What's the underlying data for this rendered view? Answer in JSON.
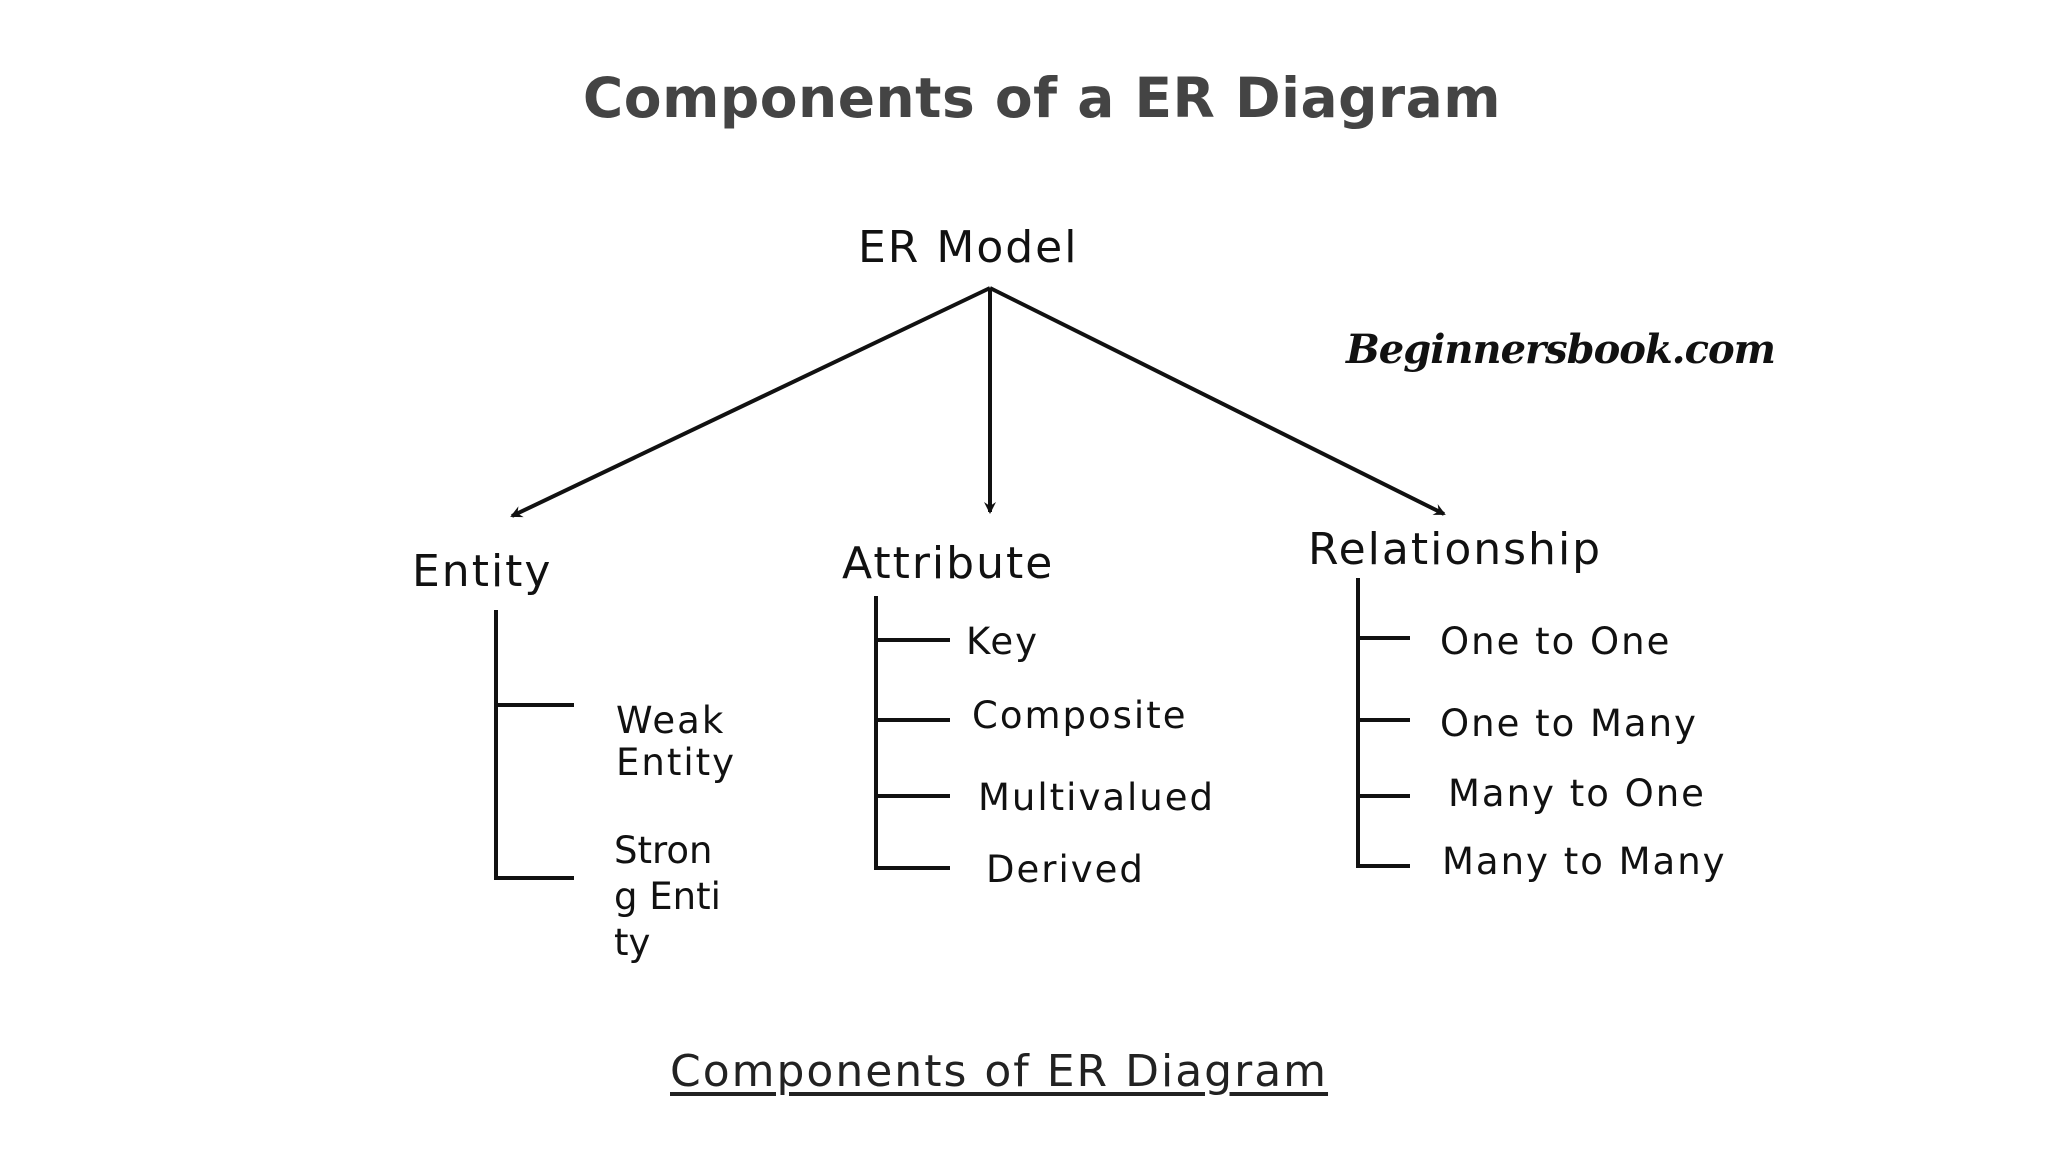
{
  "title": "Components of a ER Diagram",
  "diagram": {
    "root": "ER Model",
    "watermark": "Beginnersbook.com",
    "entity": {
      "label": "Entity",
      "items": [
        "Weak Entity",
        "Strong Entity"
      ]
    },
    "attribute": {
      "label": "Attribute",
      "items": [
        "Key",
        "Composite",
        "Multivalued",
        "Derived"
      ]
    },
    "relationship": {
      "label": "Relationship",
      "items": [
        "One to One",
        "One to Many",
        "Many to One",
        "Many to Many"
      ]
    },
    "caption": "Components of ER Diagram"
  }
}
